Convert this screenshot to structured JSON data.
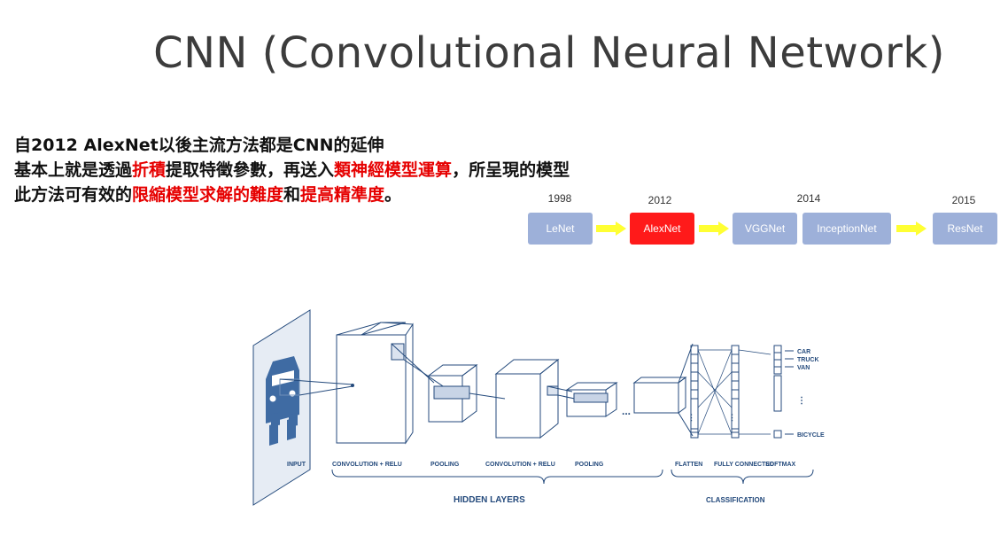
{
  "title": "CNN (Convolutional Neural Network)",
  "body": {
    "line1": "自2012 AlexNet以後主流方法都是CNN的延伸",
    "line2": {
      "p1": "基本上就是透過",
      "h1": "折積",
      "p2": "提取特徵參數，再送入",
      "h2": "類神經模型運算",
      "p3": "，所呈現的模型"
    },
    "line3": {
      "p1": "此方法可有效的",
      "h1": "限縮模型求解的難度",
      "p2": "和",
      "h2": "提高精準度",
      "p3": "。"
    }
  },
  "timeline": {
    "years": [
      "1998",
      "2012",
      "2014",
      "2015"
    ],
    "models": [
      "LeNet",
      "AlexNet",
      "VGGNet",
      "InceptionNet",
      "ResNet"
    ],
    "highlight": "AlexNet",
    "colors": {
      "box": "#9db0d9",
      "highlight": "#ff1a1a",
      "arrow": "#ffff33"
    }
  },
  "diagram": {
    "stage_labels": [
      "INPUT",
      "CONVOLUTION + RELU",
      "POOLING",
      "CONVOLUTION + RELU",
      "POOLING",
      "FLATTEN",
      "FULLY CONNECTED",
      "SOFTMAX"
    ],
    "groups": [
      "HIDDEN LAYERS",
      "CLASSIFICATION"
    ],
    "outputs": [
      "CAR",
      "TRUCK",
      "VAN",
      "BICYCLE"
    ],
    "ellipsis": "...",
    "color": "#244a7c"
  }
}
